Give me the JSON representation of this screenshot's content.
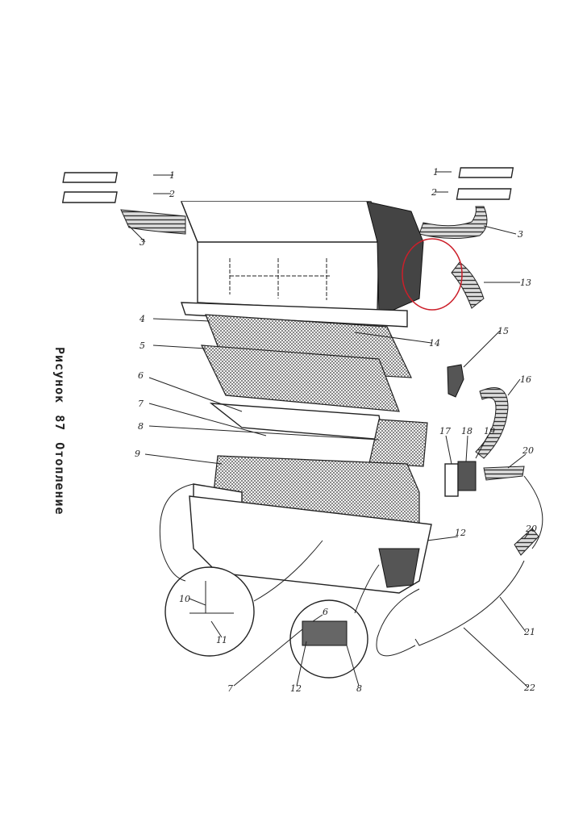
{
  "caption": {
    "label": "Рисунок",
    "number": "87",
    "title": "Отопление"
  },
  "labels": [
    "1",
    "2",
    "3",
    "1",
    "2",
    "3",
    "13",
    "4",
    "14",
    "5",
    "15",
    "6",
    "16",
    "7",
    "8",
    "17",
    "18",
    "19",
    "20",
    "9",
    "12",
    "20",
    "10",
    "11",
    "6",
    "21",
    "7",
    "12",
    "8",
    "22"
  ],
  "colors": {
    "ink": "#222222",
    "highlight": "#cc1f2a"
  }
}
